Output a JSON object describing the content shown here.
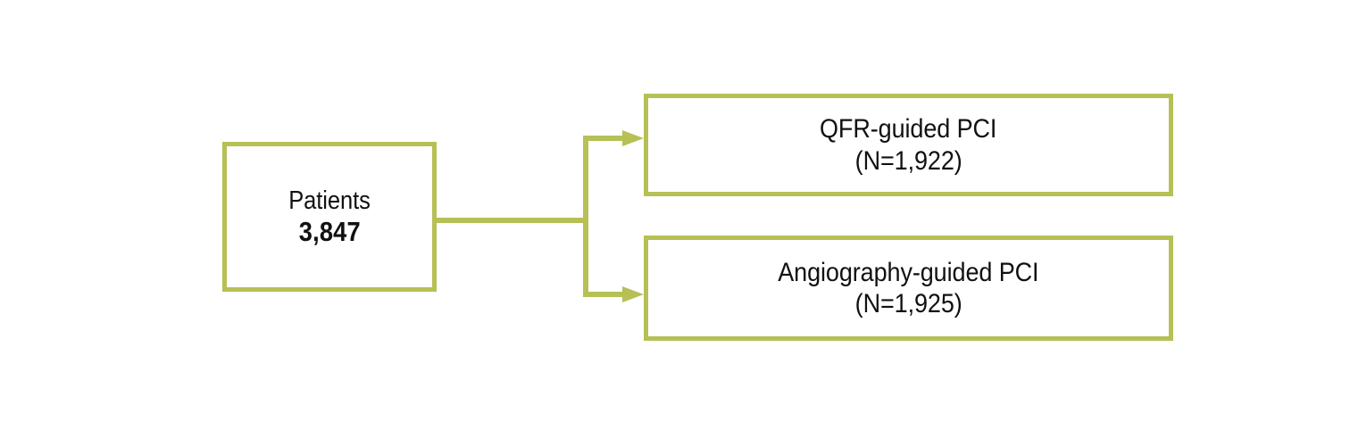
{
  "diagram": {
    "type": "flowchart",
    "orientation": "left-to-right",
    "background_color": "#ffffff",
    "accent_color": "#b6c055",
    "text_color": "#111111",
    "nodes": [
      {
        "id": "root",
        "name": "patients-node",
        "line1": "Patients",
        "line2": "3,847",
        "line2_bold": true
      },
      {
        "id": "qfr",
        "name": "qfr-guided-pci-node",
        "line1": "QFR-guided PCI",
        "line2": "(N=1,922)",
        "line2_bold": false
      },
      {
        "id": "angio",
        "name": "angiography-guided-pci-node",
        "line1": "Angiography-guided PCI",
        "line2": "(N=1,925)",
        "line2_bold": false
      }
    ],
    "edges": [
      {
        "from": "root",
        "to": "qfr",
        "arrow": true
      },
      {
        "from": "root",
        "to": "angio",
        "arrow": true
      }
    ]
  }
}
